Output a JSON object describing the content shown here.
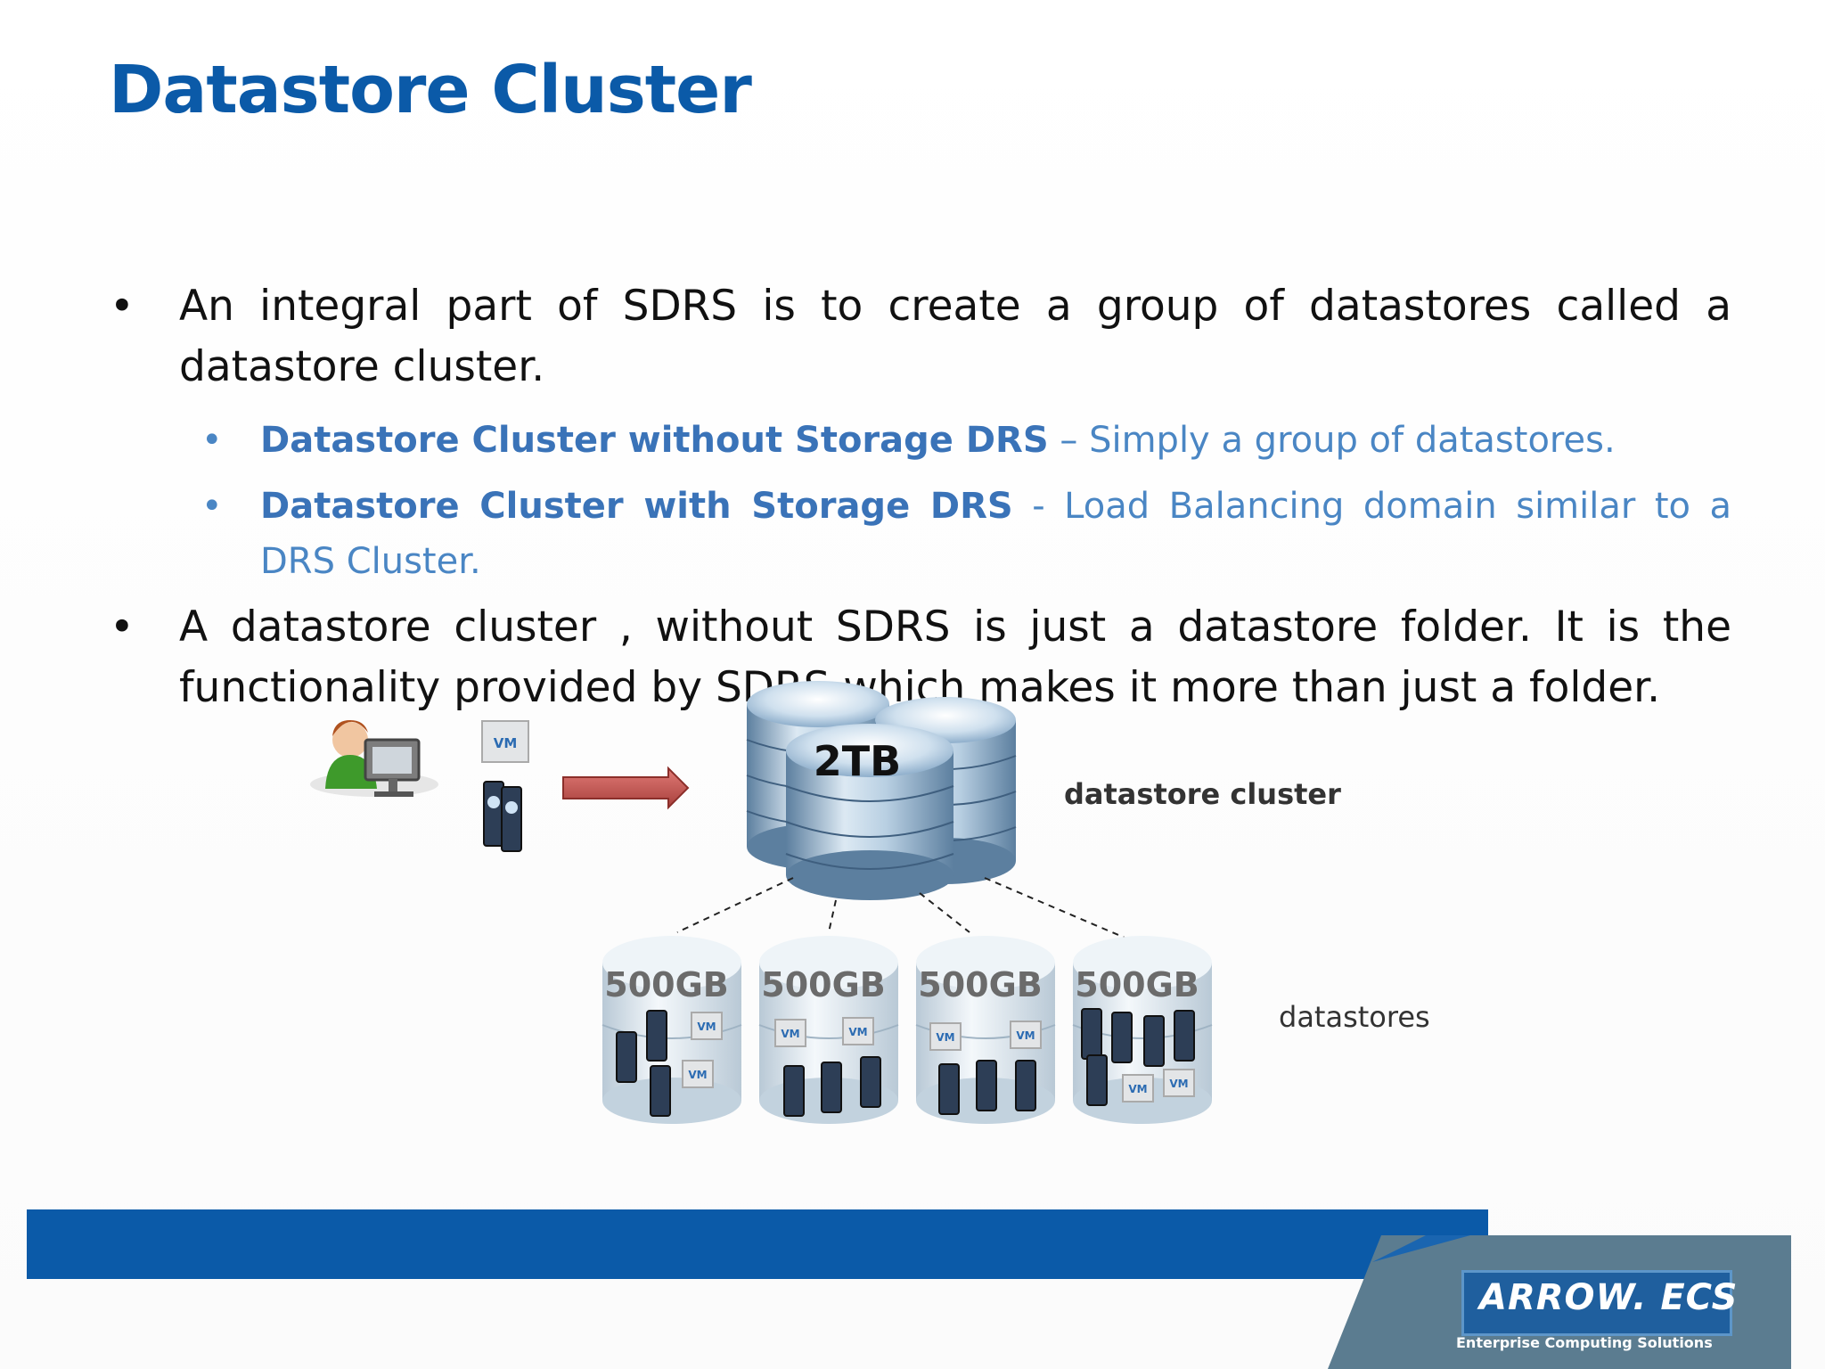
{
  "slide": {
    "title": "Datastore Cluster",
    "bullets": [
      {
        "text": "An integral part of SDRS is to create a group of datastores called a datastore cluster."
      },
      {
        "bold": "Datastore Cluster without Storage DRS",
        "rest": " – Simply a group of datastores."
      },
      {
        "bold": "Datastore Cluster with Storage DRS",
        "rest": " - Load Balancing domain similar to a DRS Cluster."
      },
      {
        "text": "A datastore cluster , without SDRS is just a datastore folder. It is the functionality provided by SDRS which makes it more than just a folder."
      }
    ],
    "bullet_char": "•"
  },
  "diagram": {
    "cluster_size": "2TB",
    "cluster_label": "datastore cluster",
    "datastore_size": "500GB",
    "datastores_label": "datastores",
    "vm_label": "VM",
    "colors": {
      "arrow": "#c0504d",
      "disk": "#b9cfe0"
    }
  },
  "footer": {
    "logo_text": "ARROW. ECS",
    "logo_subtitle": "Enterprise Computing Solutions",
    "bar_color": "#0b5aa8"
  }
}
